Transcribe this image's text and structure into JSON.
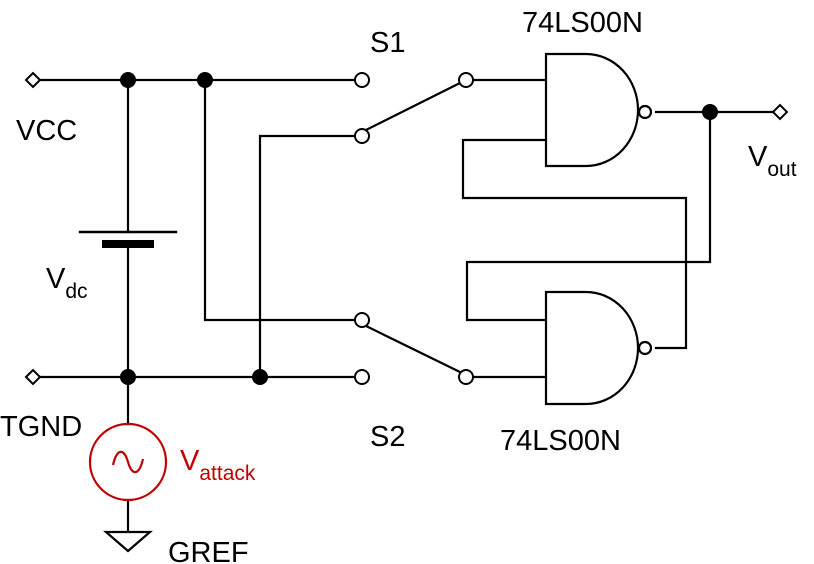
{
  "labels": {
    "vcc": "VCC",
    "tgnd": "TGND",
    "gref": "GREF",
    "s1": "S1",
    "s2": "S2",
    "gate_top": "74LS00N",
    "gate_bottom": "74LS00N",
    "vdc_main": "V",
    "vdc_sub": "dc",
    "vout_main": "V",
    "vout_sub": "out",
    "vattack_main": "V",
    "vattack_sub": "attack"
  },
  "colors": {
    "wire": "#000000",
    "attack_source": "#c00000",
    "background": "#ffffff"
  }
}
